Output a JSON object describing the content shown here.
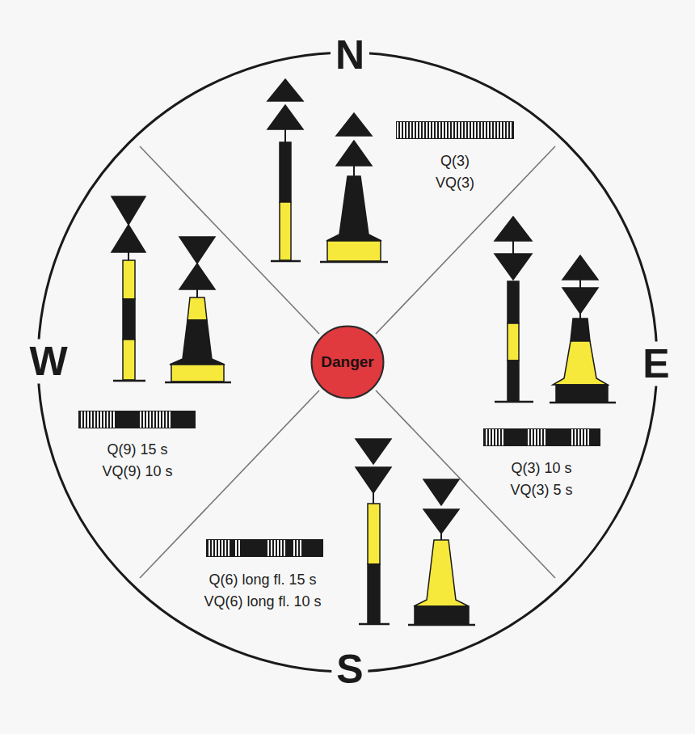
{
  "diagram": {
    "nodes": [
      {
        "text": [
          "Danger"
        ]
      }
    ],
    "labels": [
      "N",
      "Q(3)",
      "VQ(3)",
      "E",
      "Q(3) 10 s",
      "VQ(3) 5 s",
      "S",
      "Q(6) long fl. 15 s",
      "VQ(6) long fl. 10 s",
      "W",
      "Q(9) 15 s",
      "VQ(9) 10 s"
    ]
  }
}
